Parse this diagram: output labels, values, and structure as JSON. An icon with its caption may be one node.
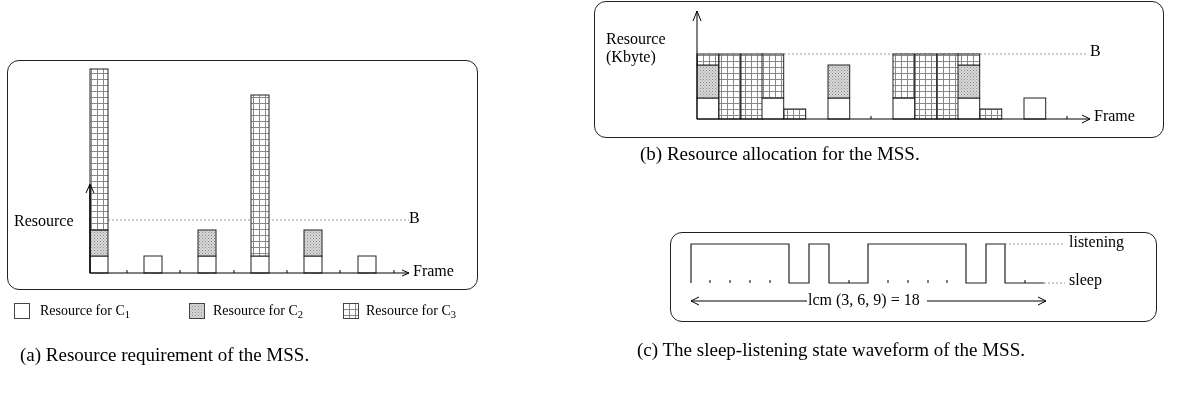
{
  "diagram": {
    "nodes": [
      {
        "text": [
          "Resource",
          "B",
          "Frame"
        ]
      },
      {
        "text": [
          "Resource (Kbyte)",
          "B",
          "Frame"
        ]
      },
      {
        "text": [
          "listening",
          "sleep",
          "lcm (3, 6, 9) = 18"
        ]
      }
    ],
    "labels": [
      "(a) Resource requirement of the MSS.",
      "(b) Resource allocation for the MSS.",
      "(c) The sleep-listening state waveform of the MSS."
    ],
    "legend": [
      {
        "text": "Resource for C$_{1}$"
      },
      {
        "text": "Resource for C$_{2}$"
      },
      {
        "text": "Resource for C$_{3}$"
      }
    ]
  }
}
